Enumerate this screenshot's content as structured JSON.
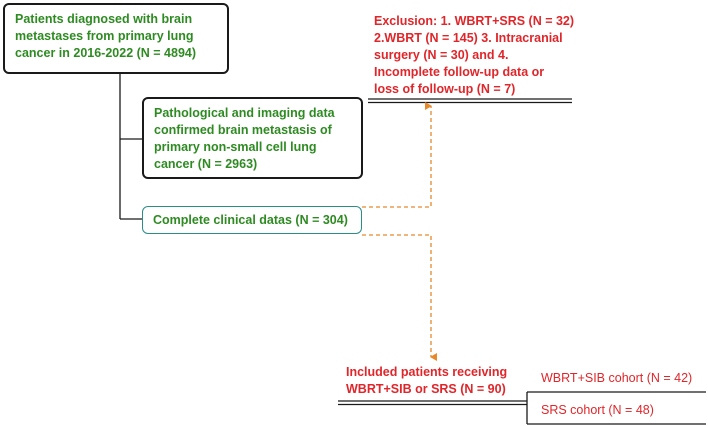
{
  "boxes": {
    "diagnosed": "Patients diagnosed with brain metastases from primary lung cancer in 2016-2022 (N = 4894)",
    "pathological": "Pathological and imaging data confirmed brain metastasis of primary non-small cell lung cancer (N = 2963)",
    "complete": "Complete clinical datas (N = 304)"
  },
  "exclusion": {
    "line1": "Exclusion: 1.  WBRT+SRS (N = 32)",
    "line2": "2.WBRT (N = 145) 3. Intracranial",
    "line3": "surgery (N = 30) and 4.",
    "line4": "Incomplete follow-up data or",
    "line5": "loss of follow-up (N = 7)"
  },
  "included": {
    "line1": "Included patients receiving",
    "line2": "WBRT+SIB or SRS (N = 90)"
  },
  "cohorts": {
    "wbrt_sib": "WBRT+SIB cohort  (N = 42)",
    "srs": "SRS cohort  (N = 48)"
  },
  "colors": {
    "box_text": "#2e8b22",
    "red_text": "#e0262a",
    "dashed_arrow": "#e8892a",
    "teal_border": "#2a8c8c"
  }
}
